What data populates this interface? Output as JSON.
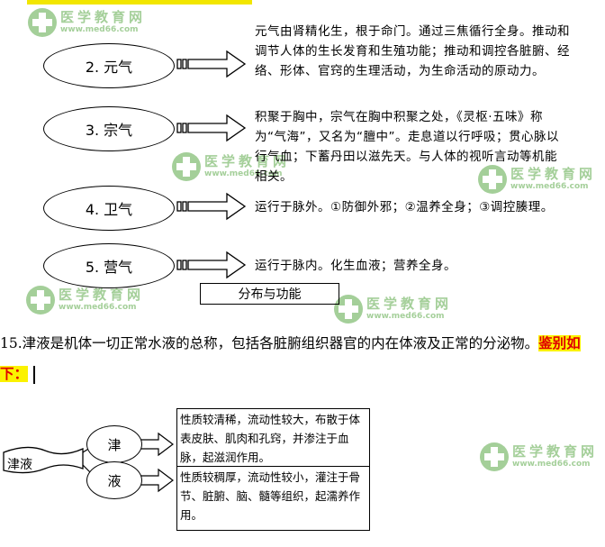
{
  "watermark": {
    "cn": "医学教育网",
    "url": "www.med66.com"
  },
  "items": [
    {
      "label": "2. 元气",
      "desc": "元气由肾精化生，根于命门。通过三焦循行全身。推动和调节人体的生长发育和生殖功能；推动和调控各脏腑、经络、形体、官窍的生理活动，为生命活动的原动力。"
    },
    {
      "label": "3. 宗气",
      "desc": "积聚于胸中，宗气在胸中积聚之处，《灵枢·五味》称为“气海”，又名为“膻中”。走息道以行呼吸；贯心脉以行气血；下蓄丹田以滋先天。与人体的视听言动等机能相关。"
    },
    {
      "label": "4. 卫气",
      "desc": "运行于脉外。①防御外邪；②温养全身；③调控腠理。"
    },
    {
      "label": "5. 营气",
      "desc": "运行于脉内。化生血液；营养全身。"
    }
  ],
  "caption": "分布与功能",
  "paragraph": {
    "text": "15.津液是机体一切正常水液的总称，包括各脏腑组织器官的内在体液及正常的分泌物。",
    "highlight": "鉴别如下："
  },
  "jinye": {
    "root": "津液",
    "jin": "津",
    "ye": "液",
    "jin_desc": "性质较清稀，流动性较大，布散于体表皮肤、肌肉和孔窍，并渗注于血脉，起滋润作用。",
    "ye_desc": "性质较稠厚，流动性较小，灌注于骨节、脏腑、脑、髓等组织，起濡养作用。"
  },
  "colors": {
    "watermark_green": "#5aa847",
    "highlight_bg": "#fbf200",
    "highlight_text": "#e00000",
    "top_bar": "#f2e600"
  }
}
